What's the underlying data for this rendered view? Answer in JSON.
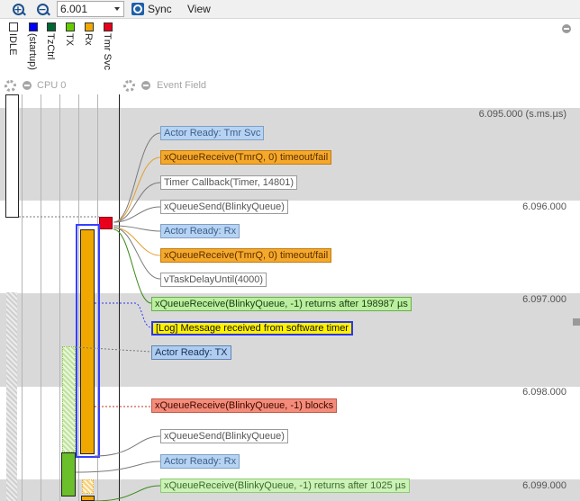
{
  "toolbar": {
    "zoom_value": "6.001",
    "sync_label": "Sync",
    "view_label": "View"
  },
  "columns": [
    {
      "label": "IDLE",
      "color": "#ffffff"
    },
    {
      "label": "(startup)",
      "color": "#0000ff"
    },
    {
      "label": "TzCtrl",
      "color": "#006633"
    },
    {
      "label": "TX",
      "color": "#66cc00"
    },
    {
      "label": "Rx",
      "color": "#f0a800"
    },
    {
      "label": "Tmr Svc",
      "color": "#e8001c"
    }
  ],
  "section": {
    "cpu_label": "CPU 0",
    "event_field_label": "Event Field"
  },
  "time_labels": {
    "t1": "6.095.000 (s.ms.µs)",
    "t2": "6.096.000",
    "t3": "6.097.000",
    "t4": "6.098.000",
    "t5": "6.099.000"
  },
  "events": [
    {
      "text": "Actor Ready: Tmr Svc",
      "style": "blue"
    },
    {
      "text": "xQueueReceive(TmrQ, 0) timeout/fail",
      "style": "orange"
    },
    {
      "text": "Timer Callback(Timer, 14801)",
      "style": "white"
    },
    {
      "text": "xQueueSend(BlinkyQueue)",
      "style": "white"
    },
    {
      "text": "Actor Ready: Rx",
      "style": "blue"
    },
    {
      "text": "xQueueReceive(TmrQ, 0) timeout/fail",
      "style": "orange"
    },
    {
      "text": "vTaskDelayUntil(4000)",
      "style": "white"
    },
    {
      "text": "xQueueReceive(BlinkyQueue, -1) returns after 198987 µs",
      "style": "green"
    },
    {
      "text": "[Log] Message received from software timer",
      "style": "yellow"
    },
    {
      "text": "Actor Ready: TX",
      "style": "bluestrong"
    },
    {
      "text": "xQueueReceive(BlinkyQueue, -1) blocks",
      "style": "red"
    },
    {
      "text": "xQueueSend(BlinkyQueue)",
      "style": "white"
    },
    {
      "text": "Actor Ready: Rx",
      "style": "blue"
    },
    {
      "text": "xQueueReceive(BlinkyQueue, -1) returns after 1025 µs",
      "style": "greenpale"
    }
  ],
  "icons": {
    "zoom_in": "zoom-in-icon",
    "zoom_out": "zoom-out-icon",
    "sync": "sync-icon",
    "gear": "gear-icon",
    "collapse": "minus-icon"
  }
}
